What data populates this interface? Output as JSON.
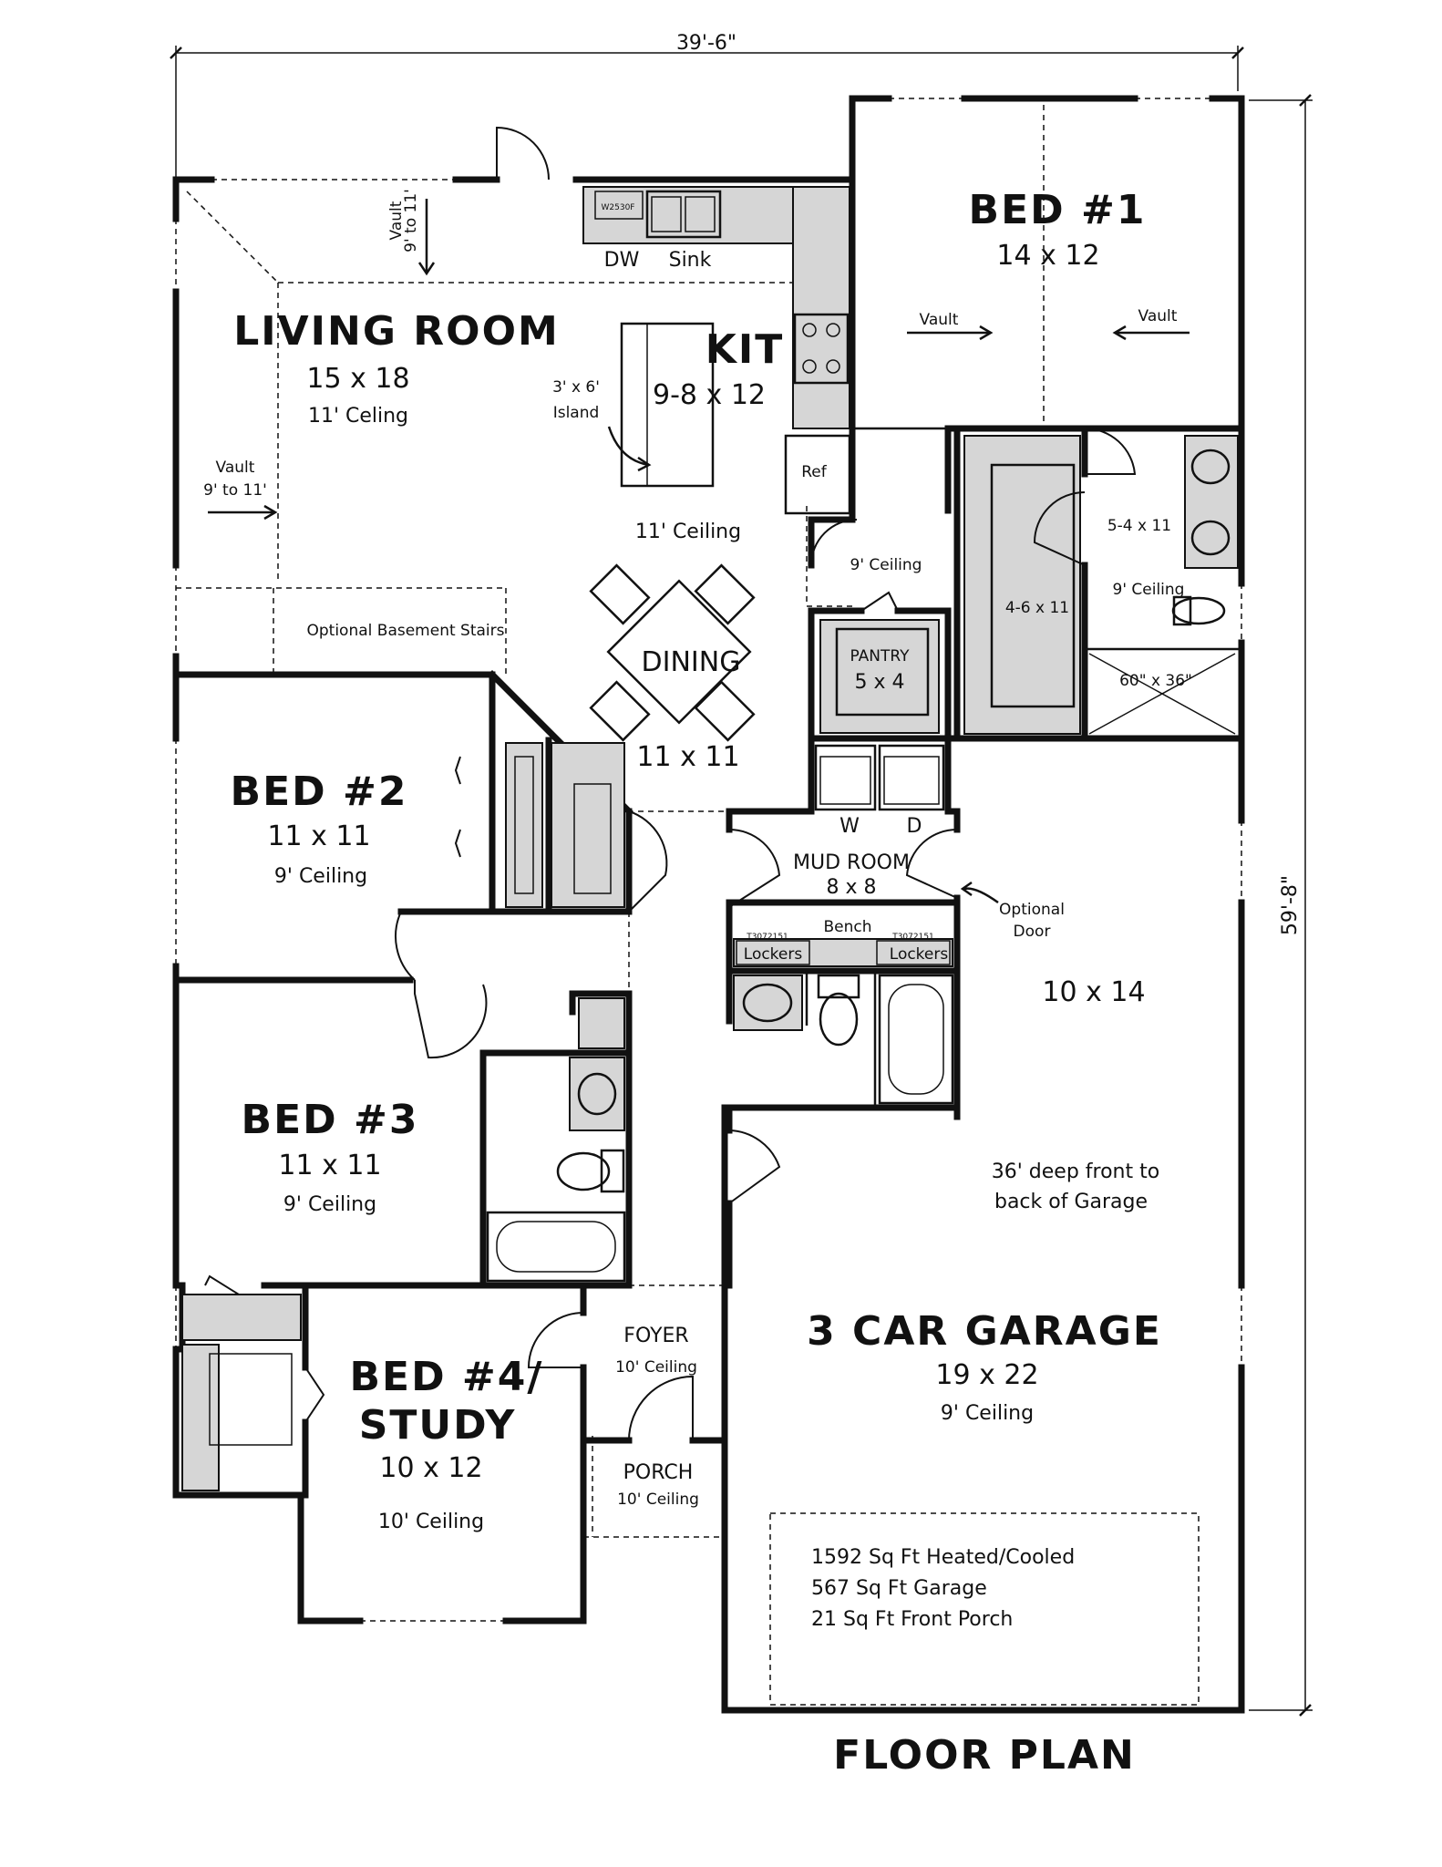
{
  "dimensions": {
    "width": "39'-6\"",
    "depth": "59'-8\""
  },
  "title": "FLOOR PLAN",
  "rooms": {
    "bed1": {
      "name": "BED #1",
      "size": "14 x 12",
      "vault_left": "Vault",
      "vault_right": "Vault"
    },
    "living": {
      "name": "LIVING ROOM",
      "size": "15 x 18",
      "ceiling": "11' Celing",
      "vault_top": [
        "Vault",
        "9' to 11'"
      ],
      "vault_left": [
        "Vault",
        "9' to 11'"
      ]
    },
    "kitchen": {
      "name": "KIT",
      "size": "9-8 x 12",
      "island": [
        "3' x 6'",
        "Island"
      ],
      "dw": "DW",
      "sink": "Sink",
      "ref": "Ref",
      "wall_cab": "W2530F"
    },
    "dining": {
      "name": "DINING",
      "size": "11 x 11",
      "ceiling": "11' Ceiling"
    },
    "pantry": {
      "name": "PANTRY",
      "size": "5 x 4",
      "ceiling": "9' Ceiling"
    },
    "closet1": {
      "size": "4-6 x 11"
    },
    "bath1": {
      "size": "5-4 x 11",
      "ceiling": "9' Ceiling",
      "shower": "60\" x 36\""
    },
    "stairs": {
      "label": "Optional Basement Stairs"
    },
    "bed2": {
      "name": "BED #2",
      "size": "11 x 11",
      "ceiling": "9' Ceiling"
    },
    "mud": {
      "name": "MUD ROOM",
      "size": "8 x 8",
      "washer": "W",
      "dryer": "D",
      "bench": "Bench",
      "lockers_left": "Lockers",
      "lockers_right": "Lockers",
      "locker_code": "T3072151"
    },
    "optional_door": [
      "Optional",
      "Door"
    ],
    "garage_room": {
      "size": "10 x 14"
    },
    "bed3": {
      "name": "BED #3",
      "size": "11 x 11",
      "ceiling": "9' Ceiling"
    },
    "garage_note": [
      "36' deep front to",
      "back of Garage"
    ],
    "garage": {
      "name": "3 CAR GARAGE",
      "size": "19 x 22",
      "ceiling": "9' Ceiling"
    },
    "foyer": {
      "name": "FOYER",
      "ceiling": "10' Ceiling"
    },
    "porch": {
      "name": "PORCH",
      "ceiling": "10' Ceiling"
    },
    "bed4": {
      "name1": "BED #4/",
      "name2": "STUDY",
      "size": "10 x 12",
      "ceiling": "10' Ceiling"
    }
  },
  "stats": [
    "1592 Sq Ft Heated/Cooled",
    "567 Sq Ft Garage",
    "21 Sq Ft Front Porch"
  ]
}
